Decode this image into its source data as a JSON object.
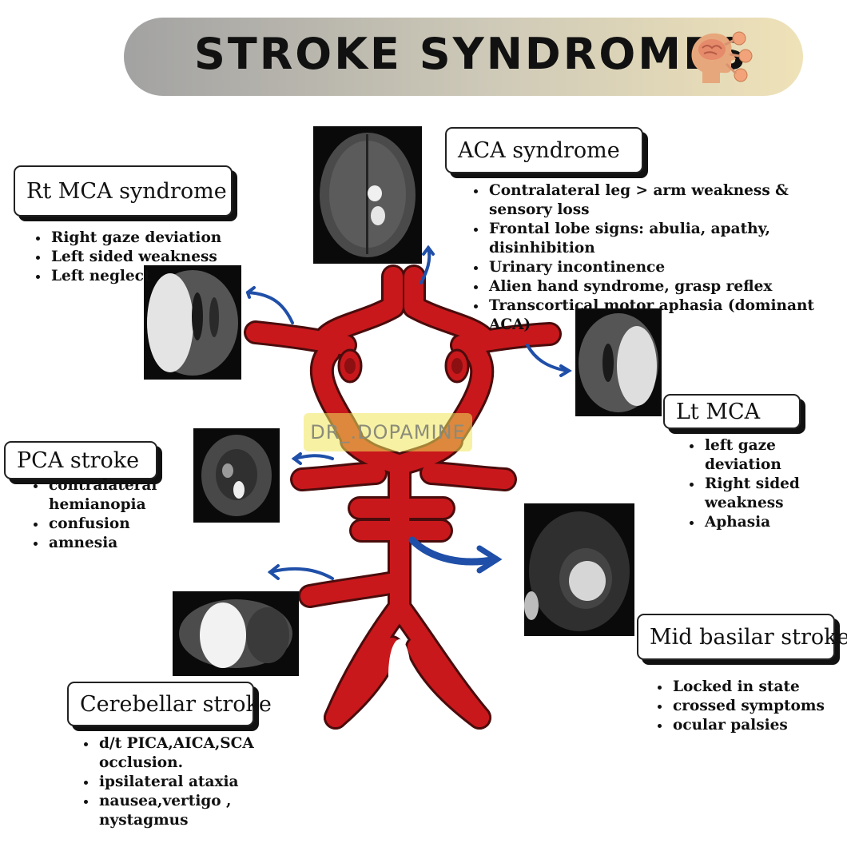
{
  "header": {
    "title": "STROKE SYNDROMES",
    "icon": "brain-head-icon"
  },
  "watermark": "DR_.DOPAMINE",
  "colors": {
    "artery": "#c8181c",
    "arrow": "#1f4fa8",
    "banner_start": "#a2a2a2",
    "banner_end": "#efe2b8"
  },
  "syndromes": {
    "rt_mca": {
      "title": "Rt MCA syndrome",
      "bullets": [
        "Right gaze deviation",
        "Left sided weakness",
        "Left neglect"
      ]
    },
    "aca": {
      "title": "ACA syndrome",
      "bullets": [
        "Contralateral leg > arm weakness & sensory loss",
        "Frontal lobe signs: abulia, apathy, disinhibition",
        "Urinary incontinence",
        "Alien hand syndrome, grasp reflex",
        "Transcortical motor aphasia (dominant ACA)"
      ]
    },
    "lt_mca": {
      "title": "Lt MCA",
      "bullets": [
        "left gaze deviation",
        "Right sided weakness",
        "Aphasia"
      ]
    },
    "pca": {
      "title": "PCA stroke",
      "bullets": [
        "contralateral hemianopia",
        "confusion",
        "amnesia"
      ]
    },
    "mid_basilar": {
      "title": "Mid basilar stroke",
      "bullets": [
        "Locked in state",
        "crossed symptoms",
        "ocular palsies"
      ]
    },
    "cerebellar": {
      "title": "Cerebellar stroke",
      "bullets": [
        "d/t PICA,AICA,SCA occlusion.",
        "ipsilateral ataxia",
        "nausea,vertigo , nystagmus"
      ]
    }
  }
}
